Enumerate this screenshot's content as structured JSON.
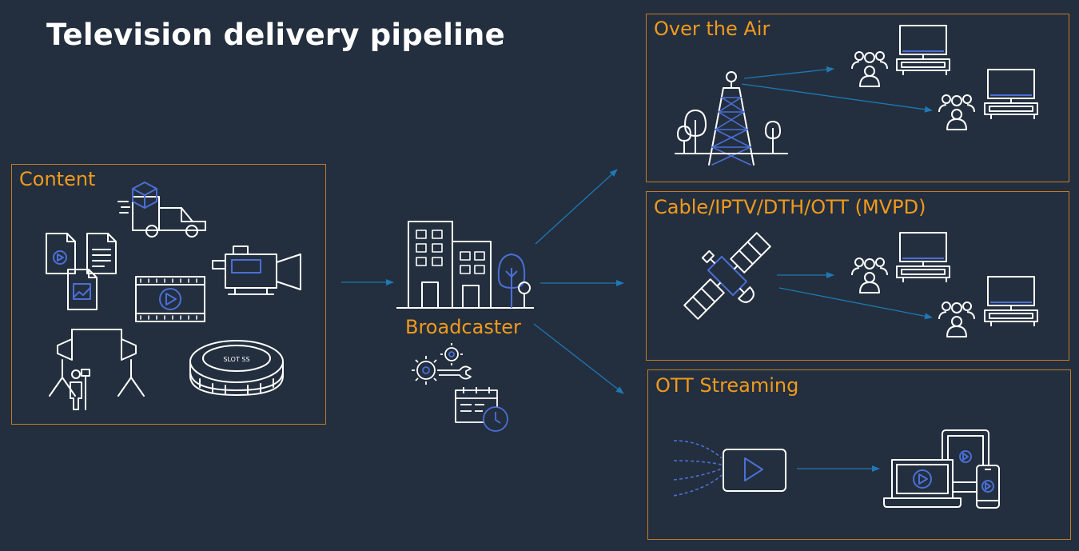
{
  "title": "Television delivery pipeline",
  "content": {
    "label": "Content"
  },
  "broadcaster": {
    "label": "Broadcaster"
  },
  "ota": {
    "label": "Over the Air"
  },
  "mvpd": {
    "label": "Cable/IPTV/DTH/OTT (MVPD)"
  },
  "ott": {
    "label": "OTT Streaming"
  },
  "colors": {
    "background": "#232f3e",
    "label": "#f29a1c",
    "border": "#c07c24",
    "accent": "#4b6fd6",
    "arrow": "#1f78b4",
    "line": "#ffffff"
  },
  "stadium_sign": "SLOT SS"
}
